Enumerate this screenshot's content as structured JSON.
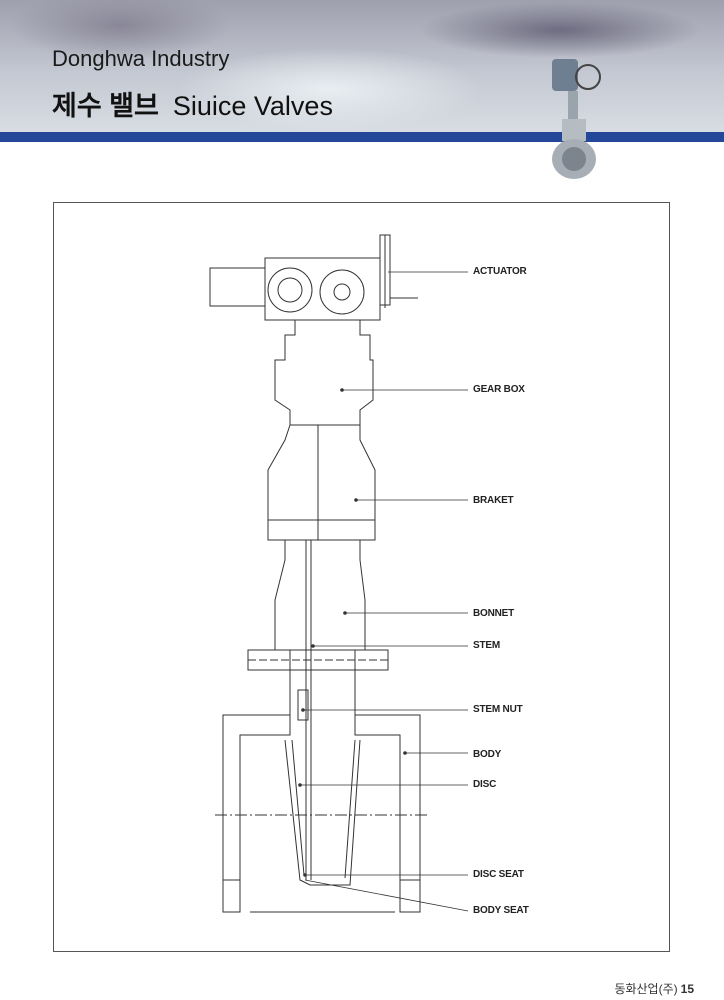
{
  "header": {
    "brand": "Donghwa Industry",
    "title_ko": "제수 밸브",
    "title_en": "Siuice Valves",
    "band_color": "#24479a"
  },
  "diagram": {
    "labels": [
      "ACTUATOR",
      "GEAR BOX",
      "BRAKET",
      "BONNET",
      "STEM",
      "STEM NUT",
      "BODY",
      "DISC",
      "DISC SEAT",
      "BODY SEAT"
    ]
  },
  "footer": {
    "company": "동화산업(주)",
    "page_number": "15"
  }
}
